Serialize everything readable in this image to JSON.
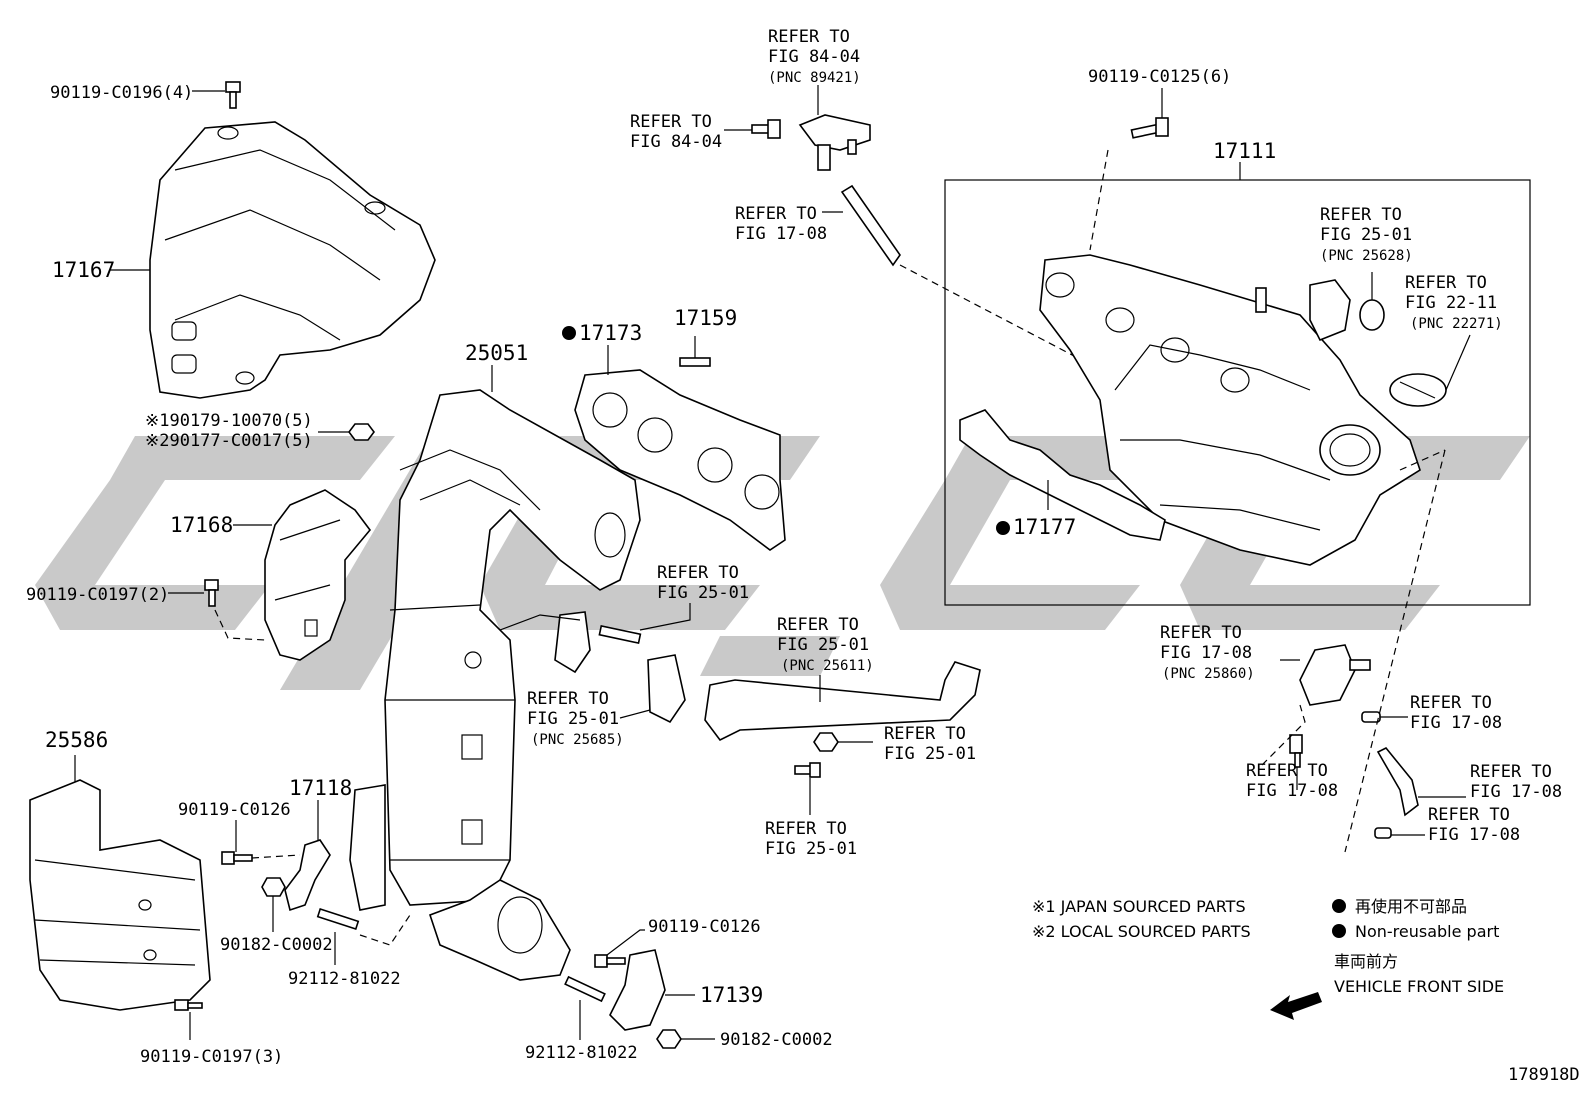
{
  "labels": {
    "bolt_heat_insulator_top": "90119-C0196(4)",
    "insulator_top": "17167",
    "nut_jp": "※190179-10070(5)",
    "nut_local": "※290177-C0017(5)",
    "insulator_lower": "17168",
    "bolt_insulator_lower": "90119-C0197(2)",
    "under_cover": "25586",
    "bolt_under_cover": "90119-C0197(3)",
    "manifold": "25051",
    "gasket_exhaust": "17173",
    "stud_exhaust": "17159",
    "bracket_left": "17118",
    "bolt_bracket_left": "90119-C0126",
    "nut_bracket_left": "90182-C0002",
    "stud_bracket_left": "92112-81022",
    "bracket_right": "17139",
    "bolt_bracket_right": "90119-C0126",
    "nut_bracket_right": "90182-C0002",
    "stud_bracket_right": "92112-81022",
    "intake_manifold": "17111",
    "bolt_intake": "90119-C0125(6)",
    "gasket_intake": "17177",
    "ref_84_04_pnc_l1": "REFER TO",
    "ref_84_04_pnc_l2": "FIG 84-04",
    "ref_84_04_pnc_l3": "(PNC 89421)",
    "ref_84_04_l1": "REFER TO",
    "ref_84_04_l2": "FIG 84-04",
    "ref_17_08_top_l1": "REFER TO",
    "ref_17_08_top_l2": "FIG 17-08",
    "ref_25_01_pnc25628_l1": "REFER TO",
    "ref_25_01_pnc25628_l2": "FIG 25-01",
    "ref_25_01_pnc25628_l3": "(PNC 25628)",
    "ref_22_11_l1": "REFER TO",
    "ref_22_11_l2": "FIG 22-11",
    "ref_22_11_l3": "(PNC 22271)",
    "ref_25_01_stud_l1": "REFER TO",
    "ref_25_01_stud_l2": "FIG 25-01",
    "ref_25_01_pnc25611_l1": "REFER TO",
    "ref_25_01_pnc25611_l2": "FIG 25-01",
    "ref_25_01_pnc25611_l3": "(PNC 25611)",
    "ref_25_01_pnc25685_l1": "REFER TO",
    "ref_25_01_pnc25685_l2": "FIG 25-01",
    "ref_25_01_pnc25685_l3": "(PNC 25685)",
    "ref_25_01_nut_l1": "REFER TO",
    "ref_25_01_nut_l2": "FIG 25-01",
    "ref_25_01_bolt_l1": "REFER TO",
    "ref_25_01_bolt_l2": "FIG 25-01",
    "ref_17_08_pnc25860_l1": "REFER TO",
    "ref_17_08_pnc25860_l2": "FIG 17-08",
    "ref_17_08_pnc25860_l3": "(PNC 25860)",
    "ref_17_08_clip_l1": "REFER TO",
    "ref_17_08_clip_l2": "FIG 17-08",
    "ref_17_08_bolt_l1": "REFER TO",
    "ref_17_08_bolt_l2": "FIG 17-08",
    "ref_17_08_hose_l1": "REFER TO",
    "ref_17_08_hose_l2": "FIG 17-08",
    "ref_17_08_clip2_l1": "REFER TO",
    "ref_17_08_clip2_l2": "FIG 17-08"
  },
  "legend": {
    "japan_sourced": "※1 JAPAN SOURCED PARTS",
    "local_sourced": "※2 LOCAL SOURCED PARTS",
    "non_reusable_jp": "再使用不可部品",
    "non_reusable_en": "Non-reusable part",
    "front_jp": "車両前方",
    "front_en": "VEHICLE FRONT SIDE"
  },
  "figure_id": "178918D"
}
